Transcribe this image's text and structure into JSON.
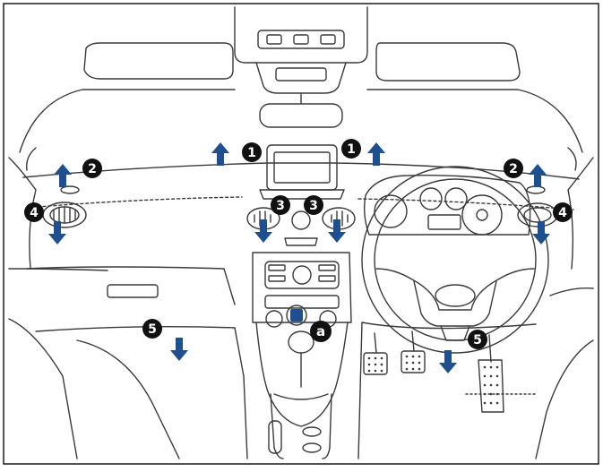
{
  "colors": {
    "arrow": "#1f4f8f",
    "badge_fill": "#111111",
    "badge_text": "#ffffff",
    "line": "#3a3a3a",
    "frame": "#1a1a1a"
  },
  "callouts": {
    "c1": "1",
    "c2": "2",
    "c3": "3",
    "c4": "4",
    "c5": "5",
    "ca": "a"
  }
}
